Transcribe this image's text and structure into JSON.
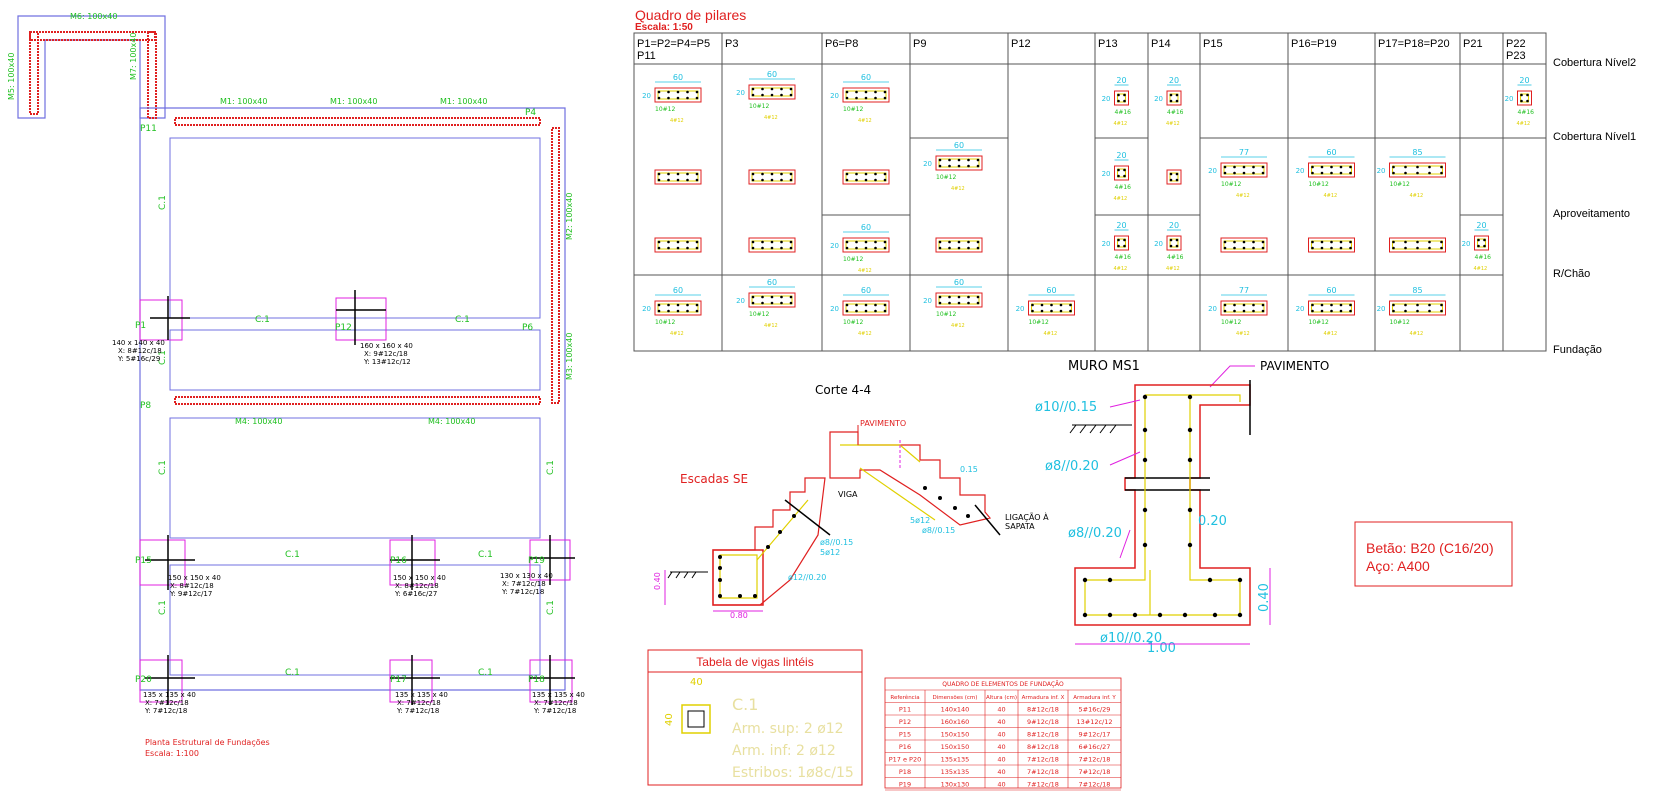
{
  "plan": {
    "walls": [
      "M6: 100x40",
      "M5: 100x40",
      "M7: 100x40",
      "M1: 100x40",
      "M1: 100x40",
      "M1: 100x40",
      "M2: 100x40",
      "M3: 100x40",
      "M4: 100x40",
      "M4: 100x40"
    ],
    "pillars": [
      "P11",
      "P4",
      "P1",
      "P12",
      "P6",
      "P8",
      "P15",
      "P16",
      "P19",
      "P20",
      "P17",
      "P18"
    ],
    "beams": [
      "C.1",
      "C.1",
      "C.1",
      "C.1",
      "C.1",
      "C.1",
      "C.1",
      "C.1",
      "C.1",
      "C.1",
      "C.1",
      "C.1"
    ],
    "sapata_notes": [
      {
        "size": "140 x 140 x 40",
        "x": "X: 8#12c/18",
        "y": "Y: 5#16c/29"
      },
      {
        "size": "160 x 160 x 40",
        "x": "X: 9#12c/18",
        "y": "Y: 13#12c/12"
      },
      {
        "size": "150 x 150 x 40",
        "x": "X: 8#12c/18",
        "y": "Y: 9#12c/17"
      },
      {
        "size": "150 x 150 x 40",
        "x": "X: 8#12c/18",
        "y": "Y: 6#16c/27"
      },
      {
        "size": "130 x 130 x 40",
        "x": "X: 7#12c/18",
        "y": "Y: 7#12c/18"
      },
      {
        "size": "135 x 135 x 40",
        "x": "X: 7#12c/18",
        "y": "Y: 7#12c/18"
      },
      {
        "size": "135 x 135 x 40",
        "x": "X: 7#12c/18",
        "y": "Y: 7#12c/18"
      },
      {
        "size": "135 x 135 x 40",
        "x": "X: 7#12c/18",
        "y": "Y: 7#12c/18"
      }
    ],
    "title": "Planta Estrutural de Fundações",
    "scale": "Escala: 1:100"
  },
  "pillar_table": {
    "title": "Quadro de pilares",
    "scale": "Escala: 1:50",
    "columns": [
      "P1=P2=P4=P5\nP11",
      "P3",
      "P6=P8",
      "P9",
      "P12",
      "P13",
      "P14",
      "P15",
      "P16=P19",
      "P17=P18=P20",
      "P21",
      "P22\nP23"
    ],
    "levels": [
      "Cobertura Nível2",
      "Cobertura Nível1",
      "Aproveitamento",
      "R/Chão",
      "Fundação"
    ],
    "dims": [
      "60",
      "60",
      "60",
      "60",
      "60",
      "20",
      "20",
      "77",
      "60",
      "85",
      "20",
      "20"
    ],
    "rebar_a": "10#12",
    "rebar_b": "4#16",
    "rebar_c": "4#12"
  },
  "muro": {
    "title": "MURO MS1",
    "pavimento": "PAVIMENTO",
    "labels": [
      "ø10//0.15",
      "ø8//0.20",
      "ø8//0.20",
      "ø10//0.20",
      "0.20",
      "0.40",
      "1.00"
    ]
  },
  "corte": {
    "title": "Corte 4-4",
    "pavimento": "PAVIMENTO",
    "viga": "VIGA",
    "dim": "0.15",
    "rebar1": "5ø12",
    "rebar2": "ø8//0.15",
    "ligacao1": "LIGAÇÃO À",
    "ligacao2": "SAPATA"
  },
  "escadas": {
    "title": "Escadas SE",
    "rebar1": "ø8//0.15",
    "rebar2": "5ø12",
    "rebar3": "ø12//0.20",
    "dim_h": "0.40",
    "dim_w": "0.80"
  },
  "materials": {
    "betao": "Betão: B20 (C16/20)",
    "aco": "Aço: A400"
  },
  "vigas_table": {
    "title": "Tabela de vigas lintéis",
    "name": "C.1",
    "arm_sup": "Arm. sup: 2 ø12",
    "arm_inf": "Arm. inf: 2 ø12",
    "estribos": "Estribos: 1ø8c/15",
    "w": "40",
    "h": "40"
  },
  "fundacao_table": {
    "title": "QUADRO DE ELEMENTOS DE FUNDAÇÃO",
    "headers": [
      "Referência",
      "Dimensões (cm)",
      "Altura (cm)",
      "Armadura inf. X",
      "Armadura inf. Y"
    ],
    "rows": [
      [
        "P11",
        "140x140",
        "40",
        "8#12c/18",
        "5#16c/29"
      ],
      [
        "P12",
        "160x160",
        "40",
        "9#12c/18",
        "13#12c/12"
      ],
      [
        "P15",
        "150x150",
        "40",
        "8#12c/18",
        "9#12c/17"
      ],
      [
        "P16",
        "150x150",
        "40",
        "8#12c/18",
        "6#16c/27"
      ],
      [
        "P17 e P20",
        "135x135",
        "40",
        "7#12c/18",
        "7#12c/18"
      ],
      [
        "P18",
        "135x135",
        "40",
        "7#12c/18",
        "7#12c/18"
      ],
      [
        "P19",
        "130x130",
        "40",
        "7#12c/18",
        "7#12c/18"
      ]
    ]
  },
  "colors": {
    "wall": "#6060e0",
    "wall_fill": "#e02020",
    "green": "#20c020",
    "yellow": "#e0d000",
    "cyan": "#20c0e0",
    "red": "#e02020",
    "magenta": "#e020e0"
  }
}
